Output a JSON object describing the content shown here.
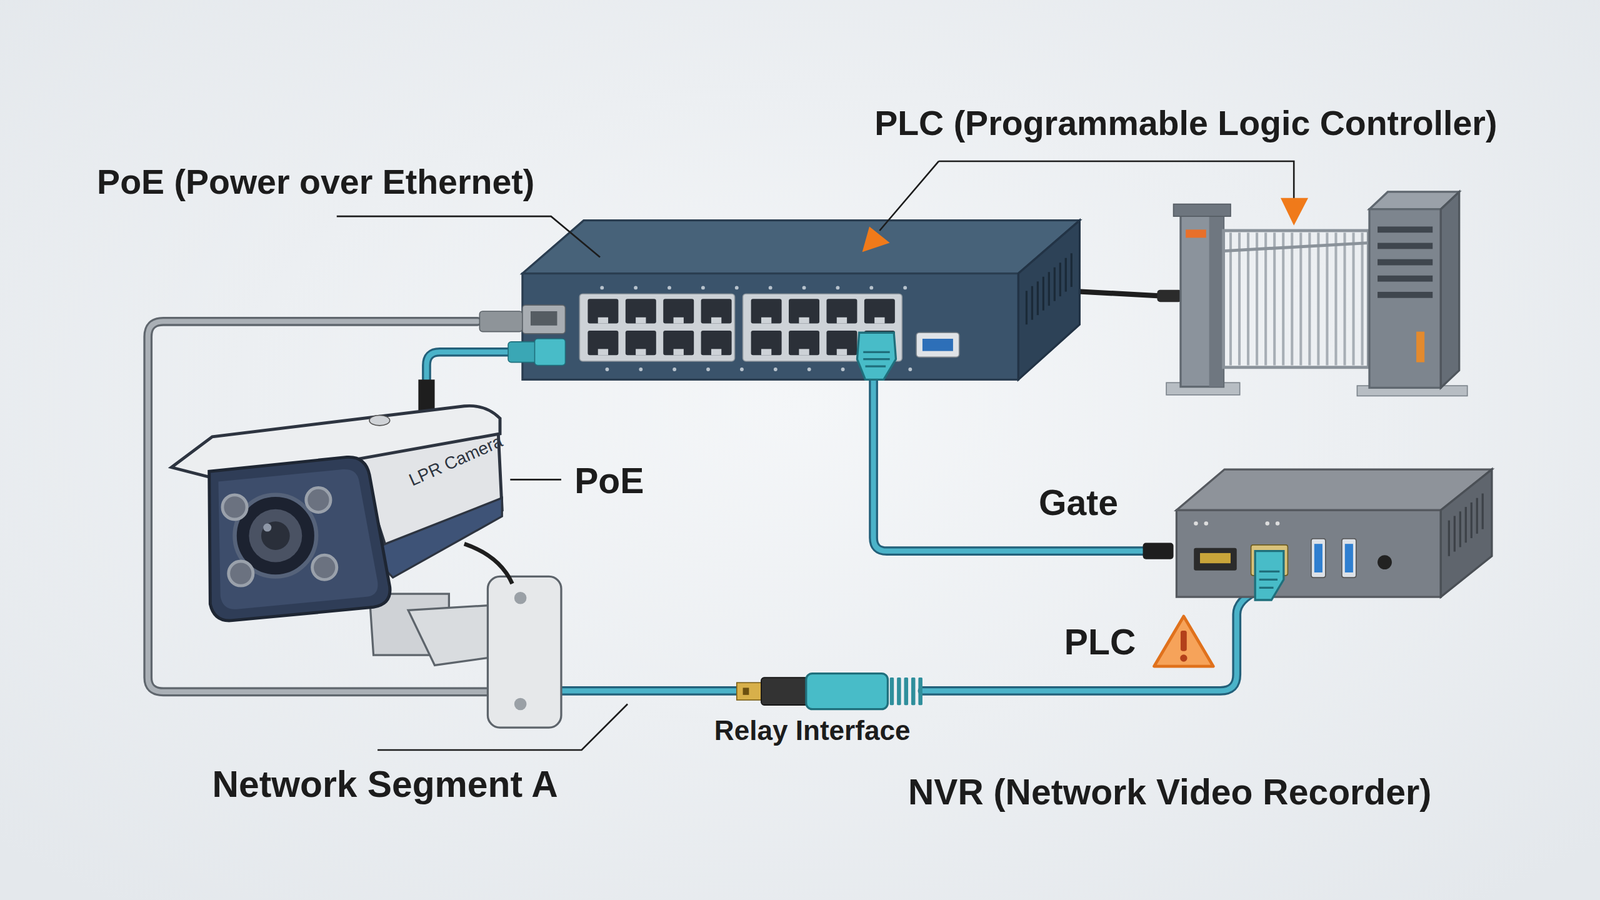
{
  "diagram": {
    "nodes": [
      {
        "text": [
          "LPR Camera"
        ]
      }
    ],
    "labels": [
      "PLC (Programmable Logic Controller)",
      "PoE (Power over Ethernet)",
      "PoE",
      "Gate",
      "PLC",
      "Relay Interface",
      "Network Segment A",
      "NVR (Network Video Recorder)"
    ]
  }
}
